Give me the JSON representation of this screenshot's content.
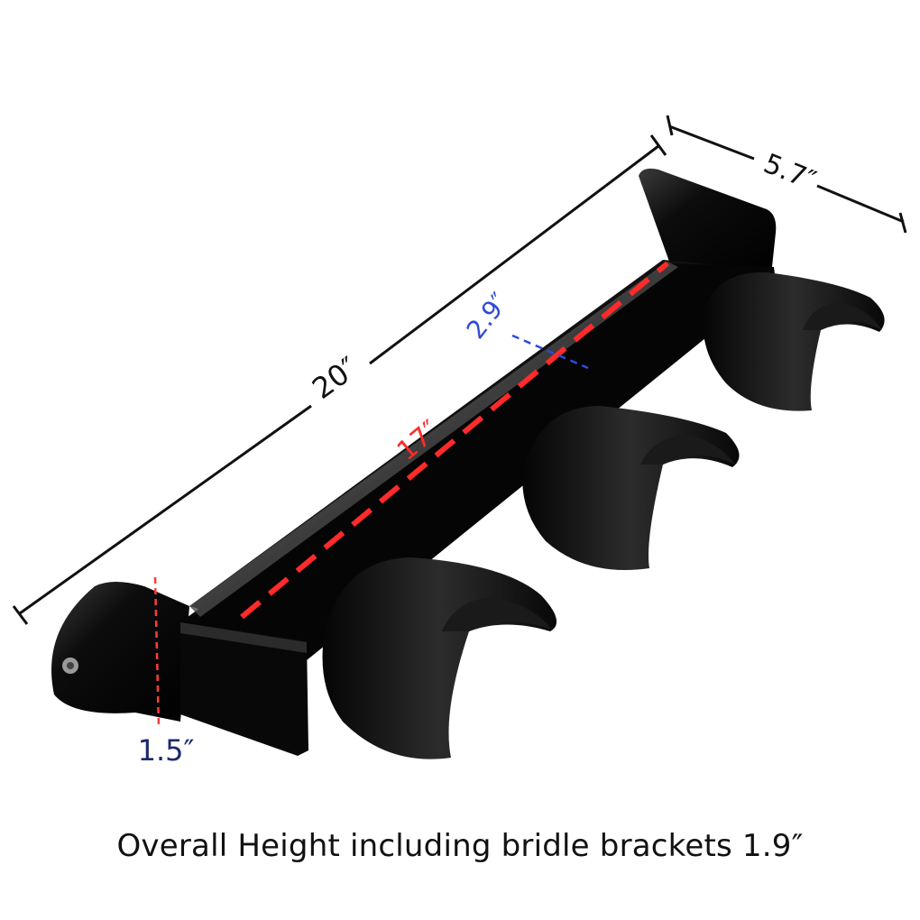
{
  "dimensions": {
    "length": "20″",
    "width": "5.7″",
    "inner_length": "17″",
    "inner_width": "2.9″",
    "lip_height": "1.5″"
  },
  "caption": "Overall Height including bridle brackets 1.9″",
  "colors": {
    "product": "#0a0a0a",
    "dimension_line": "#111111",
    "inner_length": "#ff2a2a",
    "inner_width": "#2e4bd8",
    "lip_height_text": "#1c2a6b",
    "lip_height_line": "#ff3b3b"
  }
}
